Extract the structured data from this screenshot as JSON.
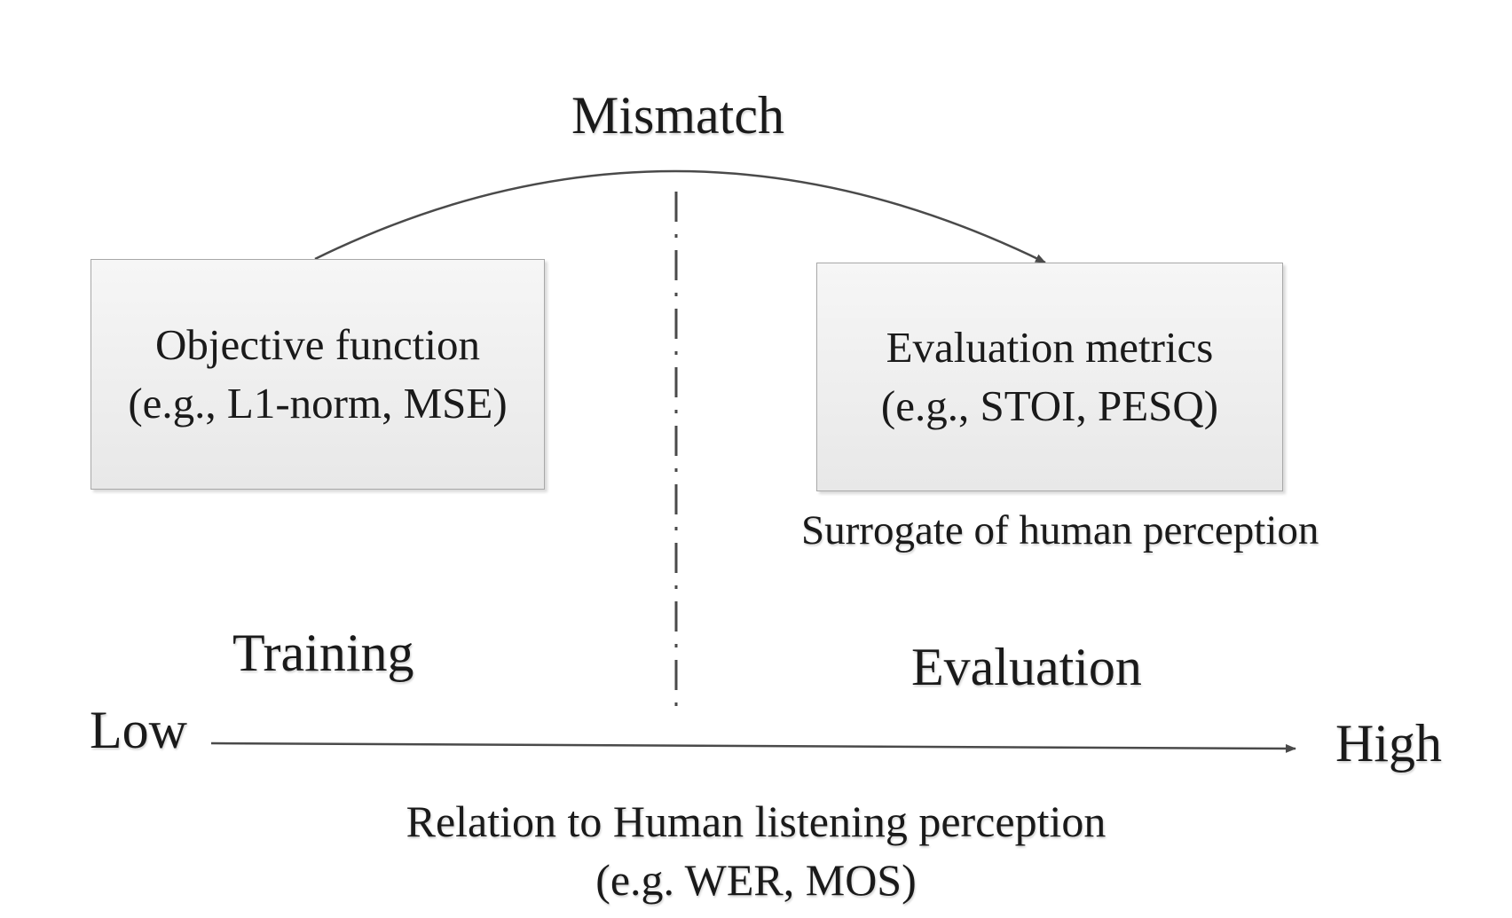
{
  "diagram": {
    "mismatch": "Mismatch",
    "objective_box": {
      "title": "Objective function",
      "example": "(e.g., L1-norm, MSE)"
    },
    "metrics_box": {
      "title": "Evaluation metrics",
      "example": "(e.g., STOI, PESQ)"
    },
    "surrogate": "Surrogate of human perception",
    "training": "Training",
    "evaluation": "Evaluation",
    "axis": {
      "low": "Low",
      "high": "High",
      "caption_line1": "Relation to Human listening perception",
      "caption_line2": "(e.g. WER, MOS)"
    }
  }
}
